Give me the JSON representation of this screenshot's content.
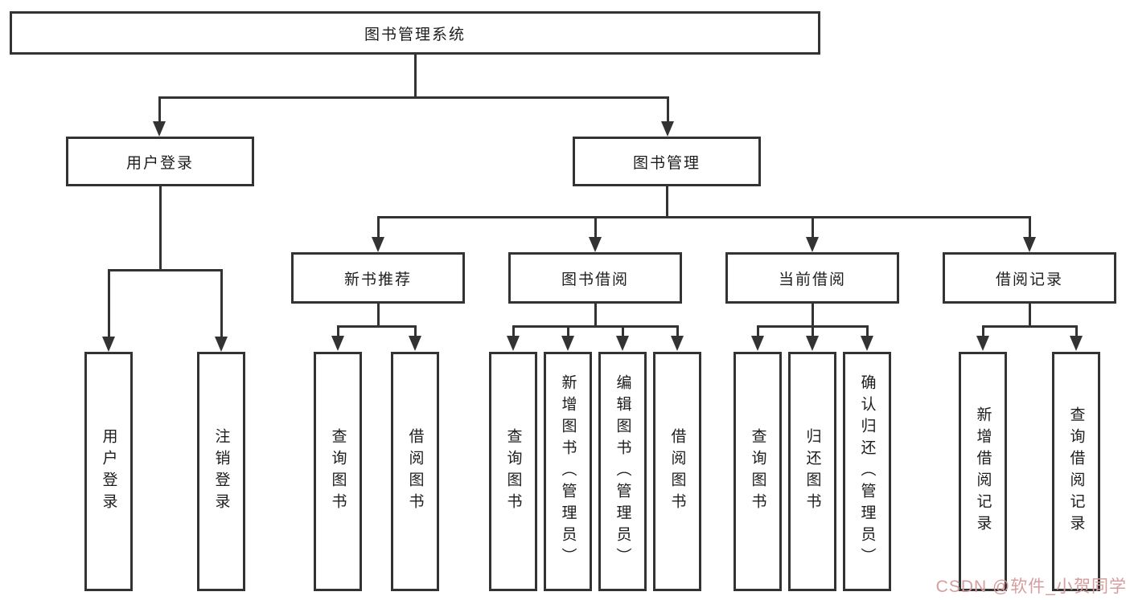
{
  "colors": {
    "line": "#333333",
    "text": "#1d1d1f",
    "watermark": "#d79c9c",
    "background": "#ffffff"
  },
  "tree": {
    "root": {
      "label": "图书管理系统"
    },
    "branches": [
      {
        "label": "用户登录",
        "children": [
          {
            "label": "用户登录"
          },
          {
            "label": "注销登录"
          }
        ]
      },
      {
        "label": "图书管理",
        "children": [
          {
            "label": "新书推荐",
            "children": [
              {
                "label": "查询图书"
              },
              {
                "label": "借阅图书"
              }
            ]
          },
          {
            "label": "图书借阅",
            "children": [
              {
                "label": "查询图书"
              },
              {
                "label": "新增图书（管理员）"
              },
              {
                "label": "编辑图书（管理员）"
              },
              {
                "label": "借阅图书"
              }
            ]
          },
          {
            "label": "当前借阅",
            "children": [
              {
                "label": "查询图书"
              },
              {
                "label": "归还图书"
              },
              {
                "label": "确认归还（管理员）"
              }
            ]
          },
          {
            "label": "借阅记录",
            "children": [
              {
                "label": "新增借阅记录"
              },
              {
                "label": "查询借阅记录"
              }
            ]
          }
        ]
      }
    ]
  },
  "watermark": "CSDN @软件_小贺同学"
}
